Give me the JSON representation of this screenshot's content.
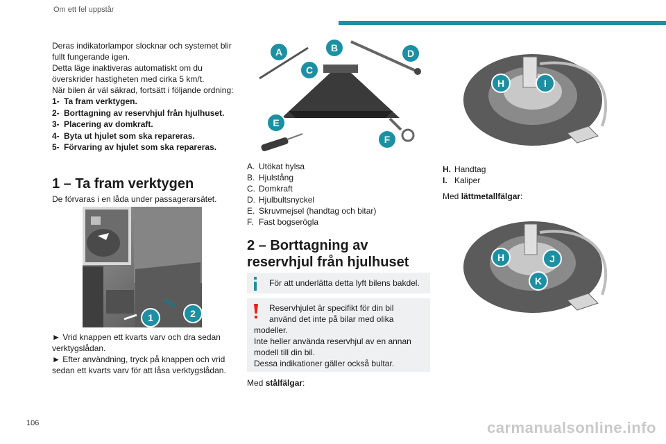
{
  "header": {
    "section": "Om ett fel uppstår"
  },
  "left": {
    "intro": [
      "Deras indikatorlampor slocknar och systemet blir fullt fungerande igen.",
      "Detta läge inaktiveras automatiskt om du överskrider hastigheten med cirka 5 km/t.",
      "När bilen är väl säkrad, fortsätt i följande ordning:"
    ],
    "steps": [
      {
        "num": "1-",
        "text": "Ta fram verktygen."
      },
      {
        "num": "2-",
        "text": "Borttagning av reservhjul från hjulhuset."
      },
      {
        "num": "3-",
        "text": "Placering av domkraft."
      },
      {
        "num": "4-",
        "text": "Byta ut hjulet som ska repareras."
      },
      {
        "num": "5-",
        "text": "Förvaring av hjulet som ska repareras."
      }
    ],
    "section1_title": "1 – Ta fram verktygen",
    "section1_text": "De förvaras i en låda under passagerarsätet.",
    "photo_badges": [
      "1",
      "2"
    ],
    "bullet1": "► Vrid knappen ett kvarts varv och dra sedan verktygslådan.",
    "bullet2": "► Efter användning, tryck på knappen och vrid sedan ett kvarts varv för att låsa verktygslådan."
  },
  "middle": {
    "tool_badges": [
      "A",
      "B",
      "C",
      "D",
      "E",
      "F"
    ],
    "tools": [
      {
        "key": "A.",
        "label": "Utökat hylsa"
      },
      {
        "key": "B.",
        "label": "Hjulstång"
      },
      {
        "key": "C.",
        "label": "Domkraft"
      },
      {
        "key": "D.",
        "label": "Hjulbultsnyckel"
      },
      {
        "key": "E.",
        "label": "Skruvmejsel (handtag och bitar)"
      },
      {
        "key": "F.",
        "label": "Fast bogserögla"
      }
    ],
    "section2_title_l1": "2 – Borttagning av",
    "section2_title_l2": "reservhjul från hjulhuset",
    "info_note": "För att underlätta detta lyft bilens bakdel.",
    "warning_l1": "Reservhjulet är specifikt för din bil",
    "warning_l2": "använd det inte på bilar med olika",
    "warning_l3": "modeller.",
    "warning_l4": "Inte heller använda reservhjul av en annan",
    "warning_l5": "modell till din bil.",
    "warning_l6": "Dessa indikationer gäller också bultar.",
    "steel_prefix": "Med ",
    "steel_bold": "stålfälgar",
    "steel_suffix": ":"
  },
  "right": {
    "wheel1_badges": [
      "H",
      "I"
    ],
    "legend": [
      {
        "key": "H.",
        "label": "Handtag"
      },
      {
        "key": "I.",
        "label": "Kaliper"
      }
    ],
    "alloy_prefix": "Med ",
    "alloy_bold": "lättmetallfälgar",
    "alloy_suffix": ":",
    "wheel2_badges": [
      "H",
      "J",
      "K"
    ]
  },
  "footer": {
    "page_number": "106",
    "watermark": "carmanualsonline.info"
  },
  "colors": {
    "accent": "#1d8fa3",
    "info_icon": "#1d8fa3",
    "warning_icon": "#e2231a",
    "note_bg": "#eef0f1"
  }
}
